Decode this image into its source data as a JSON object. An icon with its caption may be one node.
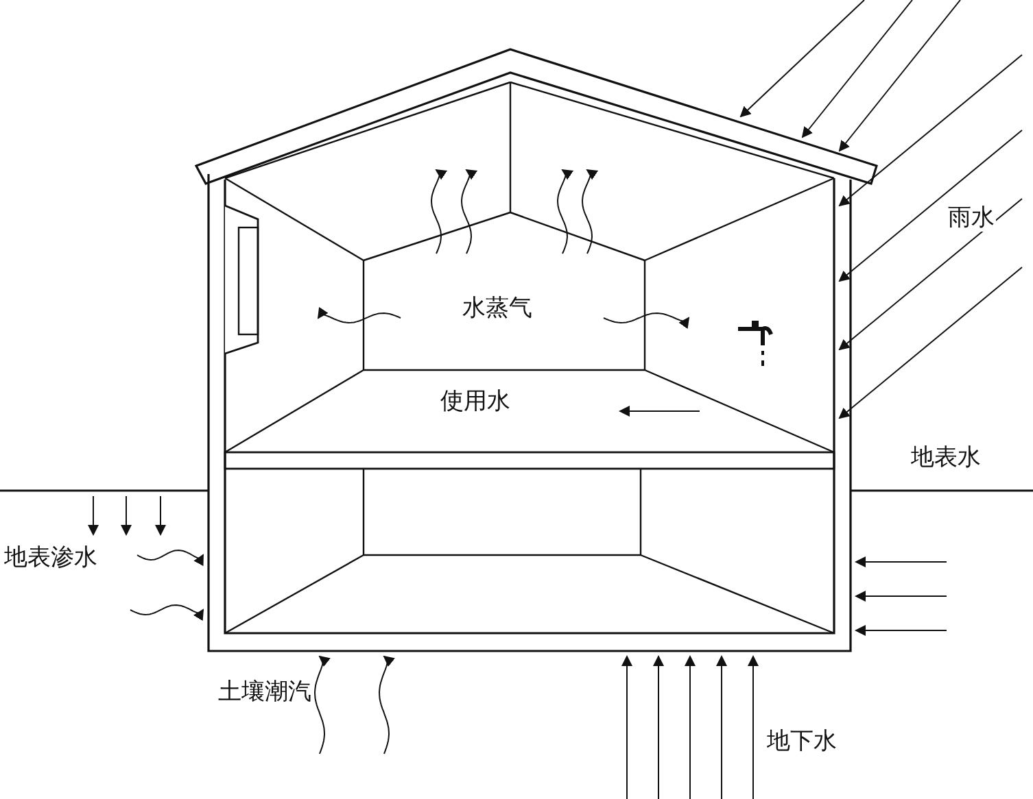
{
  "diagram": {
    "labels": [
      "雨水",
      "地表水",
      "水蒸气",
      "使用水",
      "地表渗水",
      "土壤潮汽",
      "地下水"
    ]
  }
}
